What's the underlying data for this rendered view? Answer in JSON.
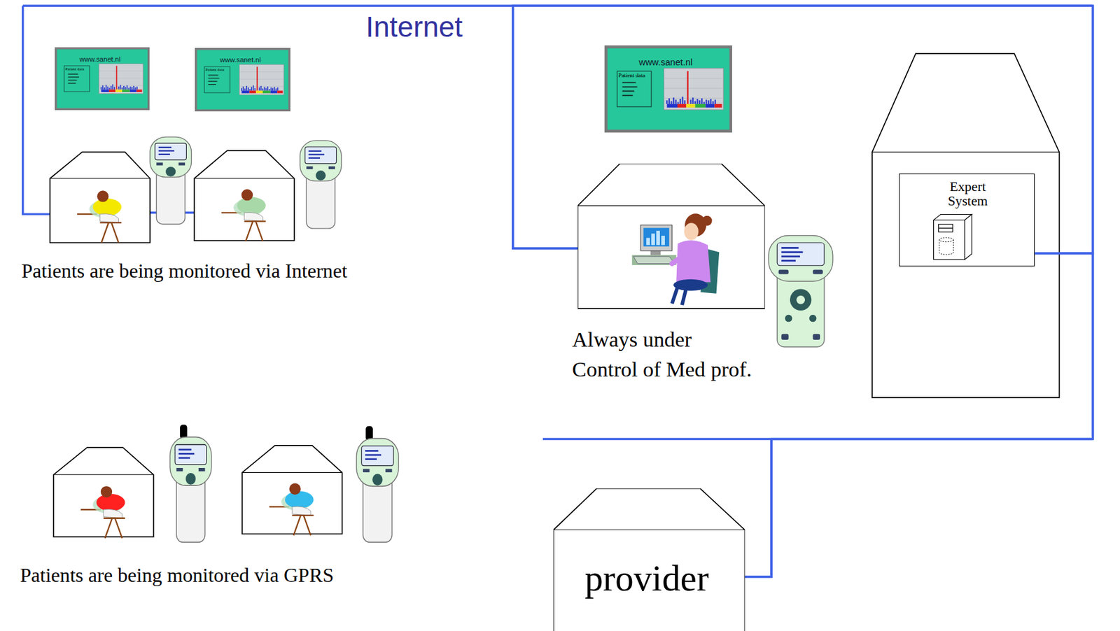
{
  "diagram": {
    "nodes": [
      {
        "text": [
          "www.sanet.nl",
          "Patient data"
        ]
      },
      {
        "text": [
          "www.sanet.nl",
          "Patient data"
        ]
      },
      {
        "text": [
          "www.sanet.nl",
          "Patient data"
        ]
      },
      {
        "text": [
          "Always under Control of Med prof."
        ]
      },
      {
        "text": [
          "Expert System"
        ]
      },
      {
        "text": [
          "provider"
        ]
      }
    ],
    "edges": [
      {
        "from": 3,
        "to": 4,
        "arrow": "none"
      },
      {
        "from": 5,
        "to": 4,
        "arrow": "none"
      }
    ],
    "labels": [
      "Internet",
      "Patients are being monitored via Internet",
      "Patients are being monitored via GPRS"
    ]
  }
}
